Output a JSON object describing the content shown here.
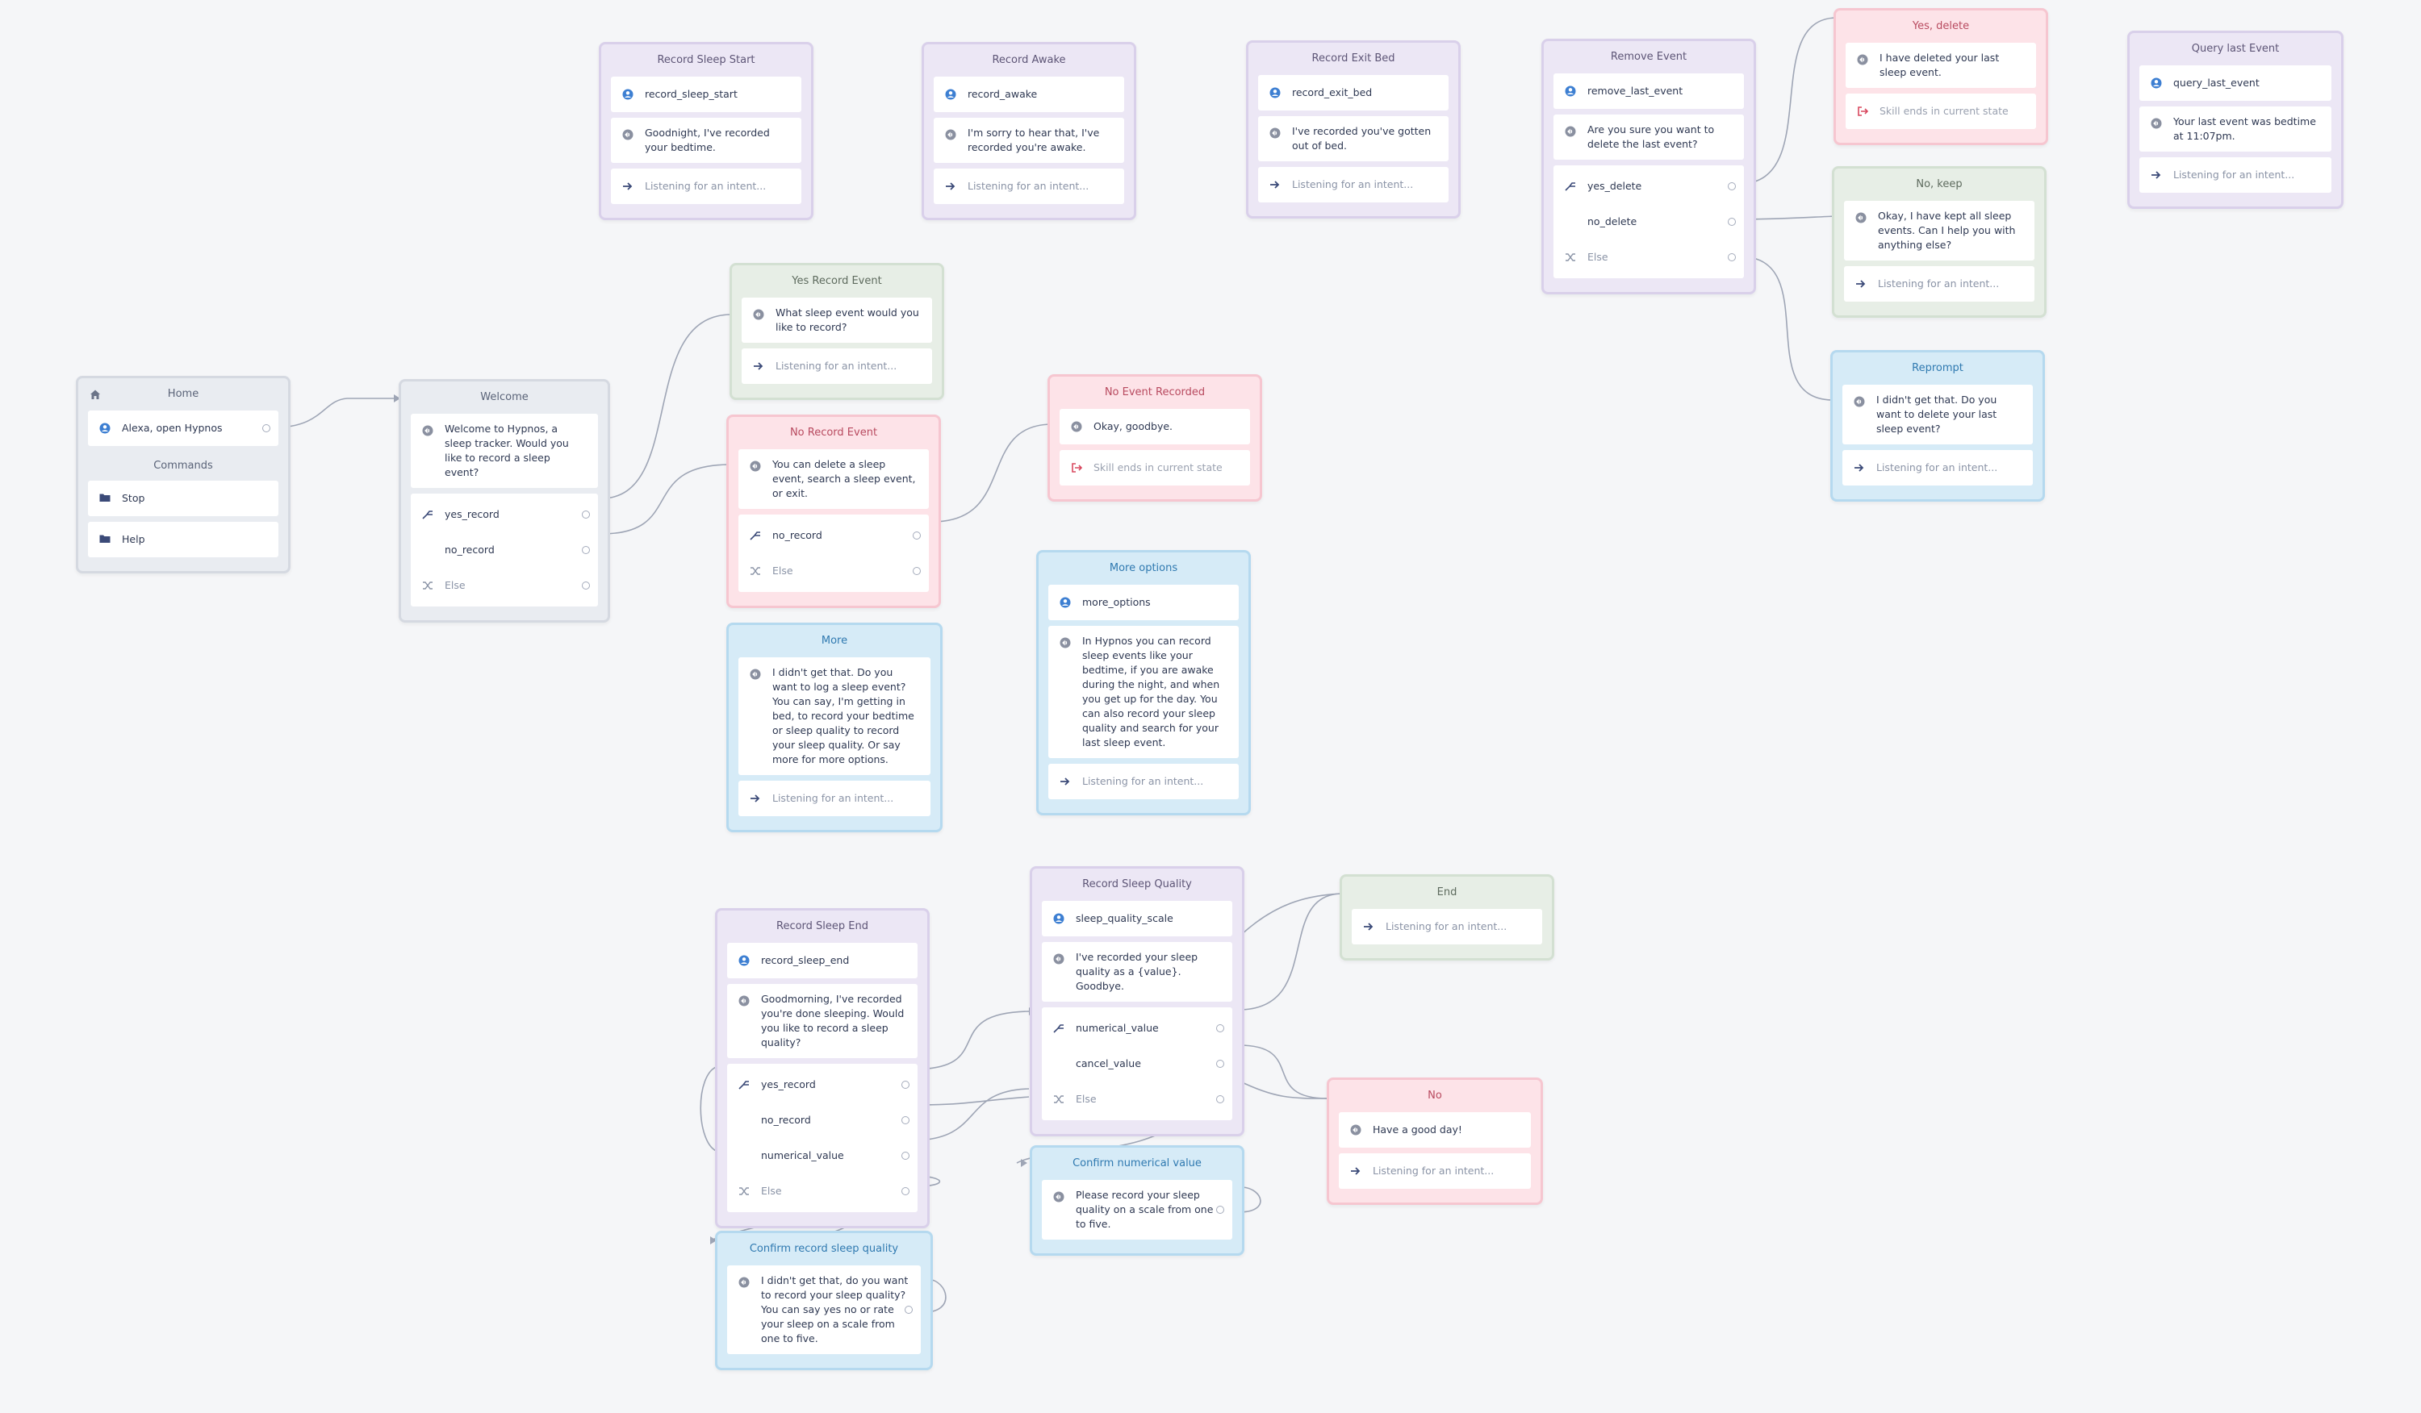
{
  "colors": {
    "wire": "#9ea5b5",
    "intent_icon": "#3d7fd2",
    "speak_icon": "#8a90a0",
    "arrow_icon": "#3b4a78",
    "exit_icon": "#d8485f"
  },
  "blocks": {
    "home": {
      "title": "Home",
      "commands_label": "Commands",
      "start_trigger": "Alexa, open Hypnos",
      "stop": "Stop",
      "help": "Help"
    },
    "welcome": {
      "title": "Welcome",
      "speak": "Welcome to Hypnos, a sleep tracker. Would you like to record a sleep event?",
      "choice1": "yes_record",
      "choice2": "no_record",
      "else": "Else"
    },
    "record_sleep_start": {
      "title": "Record Sleep Start",
      "intent": "record_sleep_start",
      "speak": "Goodnight, I've recorded your bedtime.",
      "listen": "Listening for an intent..."
    },
    "record_awake": {
      "title": "Record Awake",
      "intent": "record_awake",
      "speak": "I'm sorry to hear that, I've recorded you're awake.",
      "listen": "Listening for an intent..."
    },
    "record_exit_bed": {
      "title": "Record Exit Bed",
      "intent": "record_exit_bed",
      "speak": "I've recorded you've gotten out of bed.",
      "listen": "Listening for an intent..."
    },
    "remove_event": {
      "title": "Remove Event",
      "intent": "remove_last_event",
      "speak": "Are you sure you want to delete the last event?",
      "choice1": "yes_delete",
      "choice2": "no_delete",
      "else": "Else"
    },
    "yes_delete": {
      "title": "Yes, delete",
      "speak": "I have deleted your last sleep event.",
      "end": "Skill ends in current state"
    },
    "no_keep": {
      "title": "No, keep",
      "speak": "Okay, I have kept all sleep events. Can I help you with anything else?",
      "listen": "Listening for an intent..."
    },
    "reprompt": {
      "title": "Reprompt",
      "speak": "I didn't get that. Do you want to delete your last sleep event?",
      "listen": "Listening for an intent..."
    },
    "query_last_event": {
      "title": "Query last Event",
      "intent": "query_last_event",
      "speak": "Your last event was bedtime at 11:07pm.",
      "listen": "Listening for an intent..."
    },
    "yes_record_event": {
      "title": "Yes Record Event",
      "speak": "What sleep event would you like to record?",
      "listen": "Listening for an intent..."
    },
    "no_record_event": {
      "title": "No Record Event",
      "speak": "You can delete a sleep event, search a sleep event, or exit.",
      "choice1": "no_record",
      "else": "Else"
    },
    "no_event_recorded": {
      "title": "No Event Recorded",
      "speak": "Okay, goodbye.",
      "end": "Skill ends in current state"
    },
    "more": {
      "title": "More",
      "speak": "I didn't get that. Do you want to log a sleep event? You can say, I'm getting in bed, to record your bedtime or sleep quality to record your sleep quality. Or say more for more options.",
      "listen": "Listening for an intent..."
    },
    "more_options": {
      "title": "More options",
      "intent": "more_options",
      "speak": "In Hypnos you can record sleep events like your bedtime, if you are awake during the night, and when you get up for the day. You can also record your sleep quality and search for your last sleep event.",
      "listen": "Listening for an intent..."
    },
    "record_sleep_end": {
      "title": "Record Sleep End",
      "intent": "record_sleep_end",
      "speak": "Goodmorning, I've recorded you're done sleeping. Would you like to record a sleep quality?",
      "choice1": "yes_record",
      "choice2": "no_record",
      "choice3": "numerical_value",
      "else": "Else"
    },
    "record_sleep_quality": {
      "title": "Record Sleep Quality",
      "intent": "sleep_quality_scale",
      "speak": "I've recorded your sleep quality as a {value}. Goodbye.",
      "choice1": "numerical_value",
      "choice2": "cancel_value",
      "else": "Else"
    },
    "end": {
      "title": "End",
      "listen": "Listening for an intent..."
    },
    "no": {
      "title": "No",
      "speak": "Have a good day!",
      "listen": "Listening for an intent..."
    },
    "confirm_numerical_value": {
      "title": "Confirm numerical value",
      "speak": "Please record your sleep quality on a scale from one to five."
    },
    "confirm_record_sleep_quality": {
      "title": "Confirm record sleep quality",
      "speak": "I didn't get that, do you want to record your sleep quality? You can say yes no or rate your sleep on a scale from one to five."
    }
  }
}
